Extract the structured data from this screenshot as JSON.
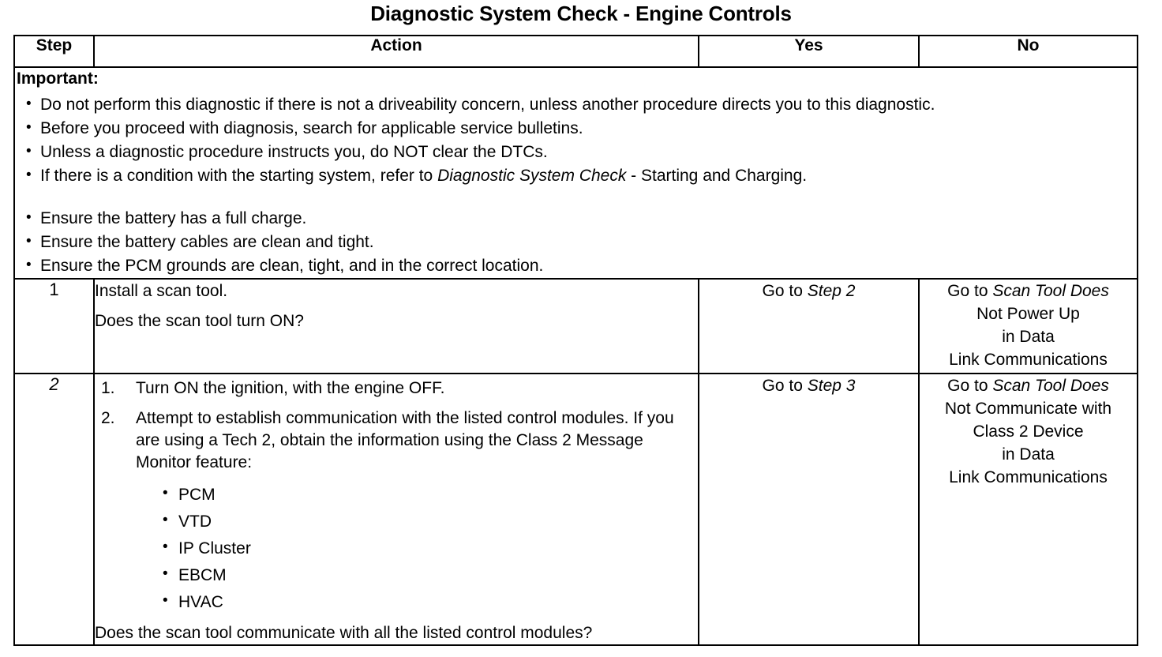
{
  "document": {
    "title": "Diagnostic System Check - Engine Controls"
  },
  "table": {
    "headers": {
      "step": "Step",
      "action": "Action",
      "yes": "Yes",
      "no": "No"
    },
    "important": {
      "label": "Important:",
      "bullets_group_1": [
        "Do not perform this diagnostic if there is not a driveability concern, unless another procedure directs you to this diagnostic.",
        "Before you proceed with diagnosis, search for applicable service bulletins.",
        "Unless a diagnostic procedure instructs you, do NOT clear the DTCs."
      ],
      "bullet_4": {
        "prefix": "If there is a condition with the starting system, refer to ",
        "italic": "Diagnostic System Check",
        "suffix": " -  Starting and Charging."
      },
      "bullets_group_2": [
        "Ensure the battery has a full charge.",
        "Ensure the battery cables are clean and tight.",
        "Ensure the PCM grounds are clean, tight, and in the correct location."
      ]
    },
    "rows": [
      {
        "step": "1",
        "action_lines": [
          "Install a scan tool.",
          "Does the scan tool turn ON?"
        ],
        "yes": {
          "prefix": "Go to ",
          "italic": "Step 2"
        },
        "no": {
          "prefix": "Go to ",
          "italic_line_1": "Scan Tool Does",
          "italic_line_2": "Not Power Up",
          "plain_line_1": "in Data",
          "plain_line_2": "Link Communications"
        }
      },
      {
        "step": "2",
        "numbered": [
          {
            "num": "1.",
            "text": "Turn ON the ignition, with the engine OFF."
          },
          {
            "num": "2.",
            "text": "Attempt to establish communication with the listed control modules. If you are using a Tech 2, obtain the information using the Class 2 Message Monitor feature:"
          }
        ],
        "modules": [
          "PCM",
          "VTD",
          "IP Cluster",
          "EBCM",
          "HVAC"
        ],
        "question": "Does the scan tool communicate with all the listed control modules?",
        "yes": {
          "prefix": "Go to ",
          "italic": "Step 3"
        },
        "no": {
          "prefix": "Go to ",
          "italic_line_1": "Scan Tool Does",
          "italic_line_2": "Not Communicate with",
          "italic_line_3": "Class 2 Device",
          "plain_line_1": "in Data",
          "plain_line_2": "Link Communications"
        }
      }
    ]
  }
}
